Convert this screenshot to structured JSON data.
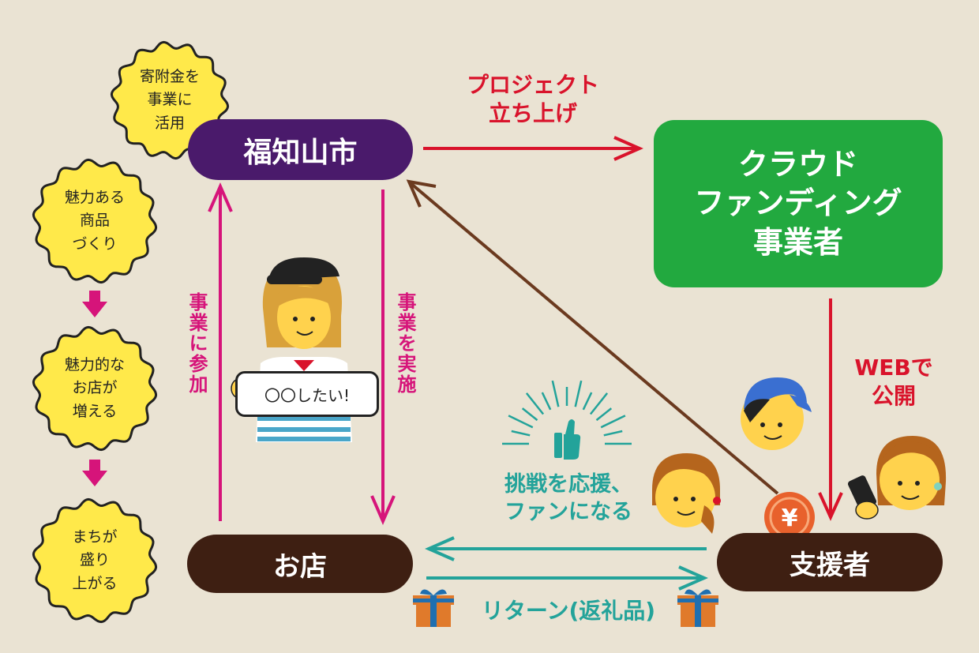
{
  "nodes": {
    "city": "福知山市",
    "crowdfunding": "クラウド\nファンディング\n事業者",
    "store": "お店",
    "supporters": "支援者"
  },
  "arrows": {
    "project_launch": "プロジェクト\n立ち上げ",
    "web_publish": "WEBで\n公開",
    "join_project": "事業に参加",
    "execute_project": "事業を実施",
    "support_fan": "挑戦を応援、\nファンになる",
    "return_gift": "リターン(返礼品)"
  },
  "flow_badges": [
    "寄附金を\n事業に\n活用",
    "魅力ある\n商品\nづくり",
    "魅力的な\nお店が\n増える",
    "まちが\n盛り\n上がる"
  ],
  "sign_text": "〇〇したい!",
  "coin_symbol": "¥",
  "colors": {
    "background": "#eae3d3",
    "city": "#4a1a6b",
    "crowdfunding": "#22a93f",
    "store": "#3e1f12",
    "supporters": "#3e1f12",
    "red": "#d9132b",
    "magenta": "#d6147a",
    "teal": "#23a39a",
    "brown_arrow": "#6b3a1f",
    "badge_yellow": "#ffe94a"
  },
  "icons": [
    "thumbs-up-icon",
    "gift-box-icon",
    "yen-coin-icon",
    "smartphone-icon"
  ]
}
